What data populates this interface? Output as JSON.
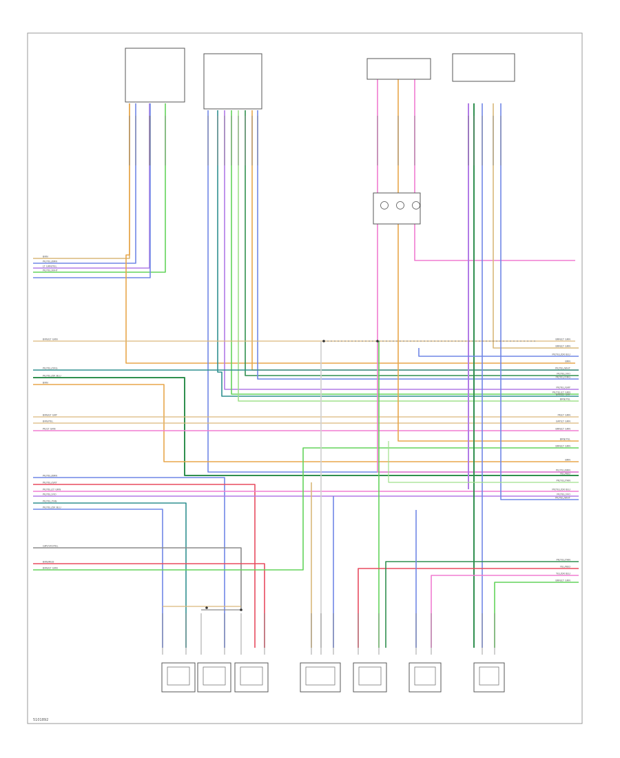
{
  "wire_colors": {
    "tan": "#d9b87a",
    "orange": "#e8a64a",
    "blue": "#6f86e6",
    "violet": "#b17ae6",
    "green": "#62d45a",
    "dkgreen": "#2f8f4e",
    "teal": "#2f8f8f",
    "pink": "#f07bd0",
    "red": "#e84a5f",
    "ltgreen": "#9fe08a",
    "white": "#cfcfcf",
    "gray": "#8a8a8a",
    "yellow": "#e6d36a",
    "dkblue": "#3a4fbf",
    "brown": "#a0762a"
  },
  "left_edge_labels": [
    "BRN",
    "PK/YEL/BRN",
    "LT GRN/YEL",
    "PK/YEL/WHT",
    "BRN/LT GRN",
    "PK/YEL/ORG",
    "PK/YEL/DK BLU",
    "BRN",
    "BRN/LT GRY",
    "BRN/YEL",
    "PK/LT GRN",
    "PK/YEL/BRN",
    "PK/YEL/GRY",
    "PK/YEL/LT GRN",
    "PK/YEL/VIO",
    "PK/YEL/TAN",
    "PK/YEL/DK BLU",
    "GRY/VIO/YEL",
    "BRN/RED",
    "BRN/LT GRN"
  ],
  "right_edge_labels": [
    "BRN/LT GRN",
    "BRN/LT GRN",
    "PK/YEL/DK BLU",
    "BRN",
    "PK/YEL/WHT",
    "PK/YEL/VIO",
    "PK/YEL/ORG",
    "PK/YEL/GRY",
    "PK/YEL/LT GRN",
    "BRN/LT GRY",
    "BRN/YEL",
    "PK/LT GRN",
    "GRY/LT GRN",
    "BRN/LT GRN",
    "BRN/YEL",
    "BRN/LT GRN",
    "BRN",
    "PK/YEL/BRN",
    "YEL/RED",
    "PK/YEL/TAN",
    "PK/YEL/DK BLU",
    "PK/YEL/VIO",
    "PK/YEL/WHT",
    "PK/YEL/TAN",
    "YEL/RED",
    "YEL/DK BLU",
    "BRN/LT GRN"
  ],
  "footer_code": "5101892"
}
